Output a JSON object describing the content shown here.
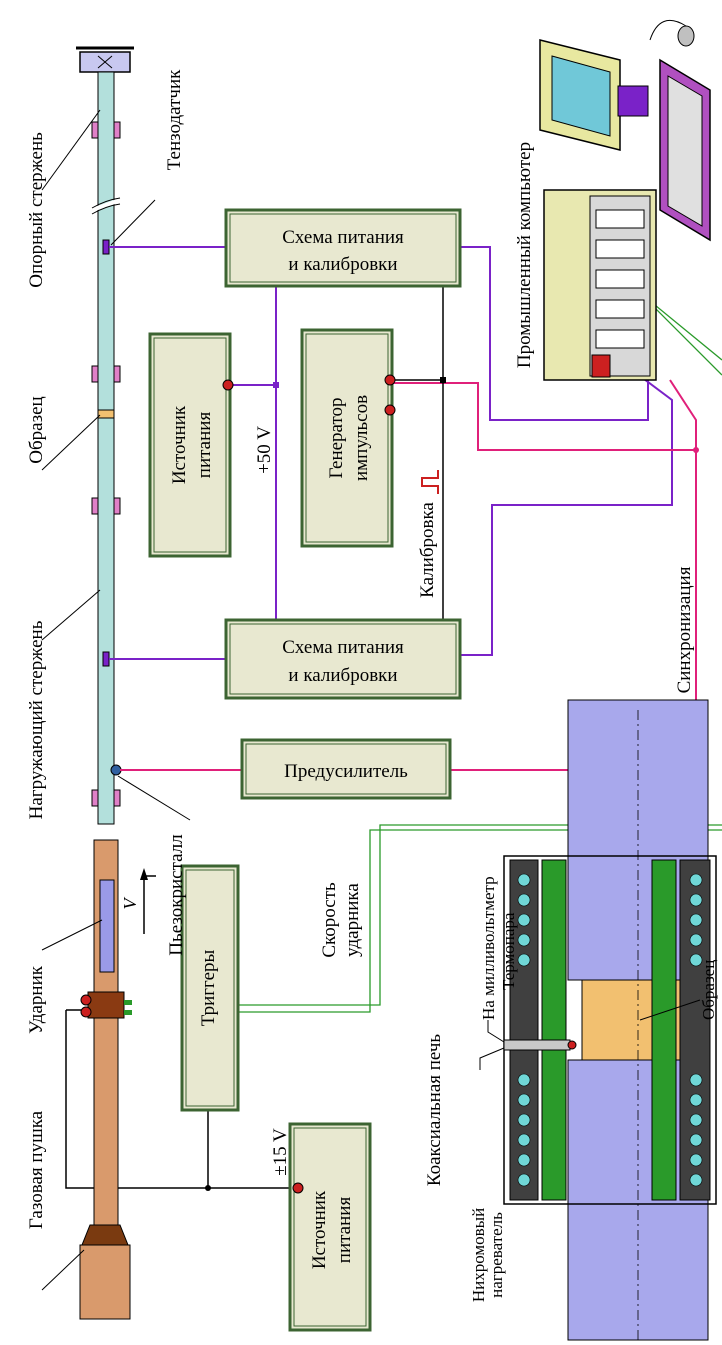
{
  "labels": {
    "support_bar": "Опорный стержень",
    "strain_gauge": "Тензодатчик",
    "sample": "Образец",
    "loading_bar": "Нагружающий стержень",
    "piezo": "Пьезокристалл",
    "striker": "Ударник",
    "velocity_symbol": "V",
    "gas_gun": "Газовая пушка",
    "striker_speed_line1": "Скорость",
    "striker_speed_line2": "ударника",
    "coax_oven": "Коаксиальная печь",
    "plus50v": "+50 V",
    "plus15v": "±15 V",
    "calibration": "Калибровка",
    "sync": "Синхронизация",
    "computer": "Промышленный компьютер",
    "to_millivoltmeter": "На милливольтметр",
    "thermocouple": "Термопара",
    "nichrome_line1": "Нихромовый",
    "nichrome_line2": "нагреватель",
    "oven_sample": "Образец"
  },
  "boxes": {
    "power_calib_top_line1": "Схема  питания",
    "power_calib_top_line2": "и калибровки",
    "power_calib_bottom_line1": "Схема  питания",
    "power_calib_bottom_line2": "и калибровки",
    "power_source_top_line1": "Источник",
    "power_source_top_line2": "питания",
    "pulse_gen_line1": "Генератор",
    "pulse_gen_line2": "импульсов",
    "preamp": "Предусилитель",
    "triggers": "Триггеры",
    "power_source_bottom_line1": "Источник",
    "power_source_bottom_line2": "питания"
  },
  "colors": {
    "bar": "#b3e0dc",
    "box_fill": "#e8e8d0",
    "box_border": "#3c6432",
    "purple_wire": "#7a22c8",
    "pink_wire": "#e0207a",
    "green_wire": "#2a9a2a",
    "gun": "#d99a6c",
    "striker": "#9a9ae8",
    "cylinder": "#a8a8ec",
    "sample_orange": "#f2c070",
    "clamp": "#e080c8"
  }
}
